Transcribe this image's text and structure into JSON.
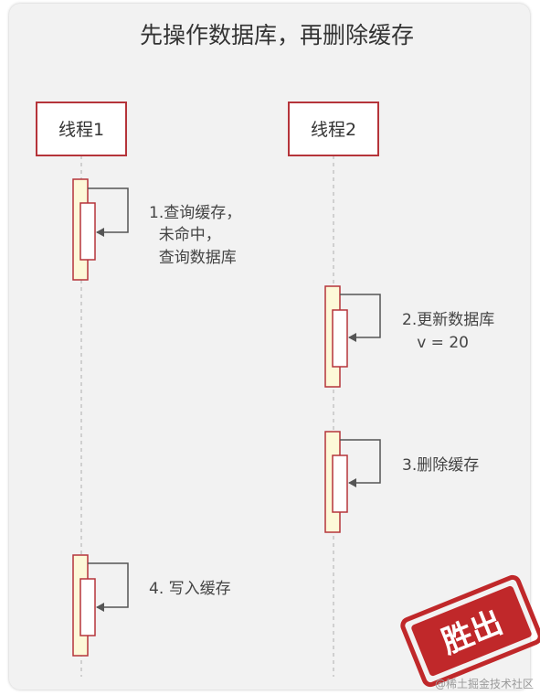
{
  "title": "先操作数据库，再删除缓存",
  "lifelines": [
    {
      "label": "线程1"
    },
    {
      "label": "线程2"
    }
  ],
  "steps": [
    {
      "lines": [
        "1.查询缓存，",
        "  未命中，",
        "  查询数据库"
      ]
    },
    {
      "lines": [
        "2.更新数据库",
        "   v = 20"
      ]
    },
    {
      "lines": [
        "3.删除缓存"
      ]
    },
    {
      "lines": [
        "4. 写入缓存"
      ]
    }
  ],
  "stamp": {
    "text": "胜出",
    "color": "#c0282a"
  },
  "watermark": "@稀土掘金技术社区",
  "colors": {
    "box_border": "#b5343a",
    "activation_fill": "#fdf9d8",
    "arrow": "#555555",
    "lifeline": "#bbbbbb"
  }
}
